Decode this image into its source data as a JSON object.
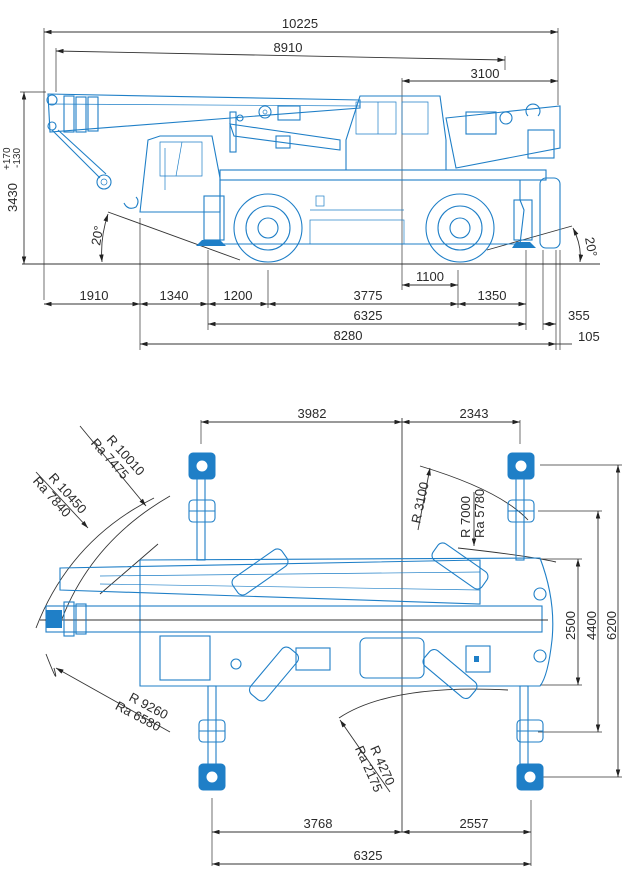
{
  "title": "Mobile crane dimension drawing",
  "colors": {
    "drawing": "#1f7fc7",
    "dimension_lines": "#333333",
    "background": "#ffffff"
  },
  "side_view": {
    "overall_length": "10225",
    "boom_length": "8910",
    "rear_overhang_top": "3100",
    "height": "3430",
    "height_tol_plus": "+170",
    "height_tol_minus": "-130",
    "approach_angle": "20°",
    "departure_angle": "20°",
    "bottom_dims": {
      "front_overhang": "1910",
      "front_to_outrigger": "1340",
      "outrigger_to_axle": "1200",
      "wheelbase": "3775",
      "axle_to_rear_outrigger": "1350",
      "rear_cab_to_axle": "1100",
      "outrigger_span": "6325",
      "total_base": "8280",
      "rear_355": "355",
      "rear_105": "105"
    }
  },
  "top_view": {
    "front_to_center": "3982",
    "center_to_rear": "2343",
    "bottom_front": "3768",
    "bottom_rear": "2557",
    "outrigger_length": "6325",
    "width_retracted": "2500",
    "width_mid": "4400",
    "width_full": "6200",
    "radii": [
      {
        "r": "R 10010",
        "ra": "Ra 7475"
      },
      {
        "r": "R 10450",
        "ra": "Ra 7840"
      },
      {
        "r": "R 9260",
        "ra": "Ra 6580"
      },
      {
        "r": "R 3100",
        "ra": ""
      },
      {
        "r": "R 7000",
        "ra": "Ra 5780"
      },
      {
        "r": "R 4270",
        "ra": "Ra 2175"
      }
    ]
  }
}
